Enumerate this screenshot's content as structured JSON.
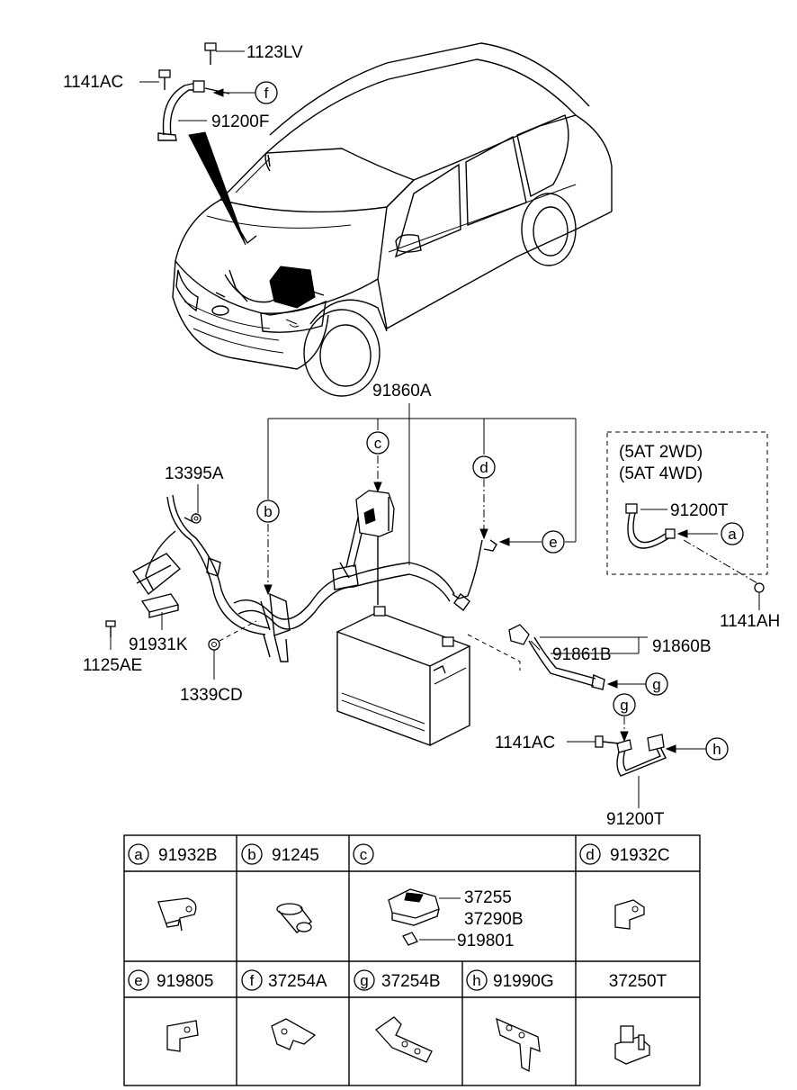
{
  "part_numbers": {
    "bolt_top": "1123LV",
    "bolt_left_top": "1141AC",
    "ground_cable_top": "91200F",
    "battery_wiring_main": "91860A",
    "nut_upper": "13395A",
    "clip_bracket": "91931K",
    "bolt_lower_left": "1125AE",
    "nut_lower": "1339CD",
    "battery_cable_right_inner": "91861B",
    "battery_cable_right_outer": "91860B",
    "bolt_right": "1141AC",
    "ground_cable_bottom": "91200T",
    "ground_cable_option": "91200T",
    "bolt_option": "1141AH"
  },
  "option_box": {
    "line1": "(5AT 2WD)",
    "line2": "(5AT 4WD)"
  },
  "callouts": {
    "a": "a",
    "b": "b",
    "c": "c",
    "d": "d",
    "e": "e",
    "f": "f",
    "g": "g",
    "h": "h"
  },
  "legend_table": {
    "row1": [
      {
        "letter": "a",
        "part": "91932B"
      },
      {
        "letter": "b",
        "part": "91245"
      },
      {
        "letter": "c",
        "part": "",
        "sub_parts": [
          "37255",
          "37290B",
          "919801"
        ]
      },
      {
        "letter": "d",
        "part": "91932C"
      }
    ],
    "row2": [
      {
        "letter": "e",
        "part": "919805"
      },
      {
        "letter": "f",
        "part": "37254A"
      },
      {
        "letter": "g",
        "part": "37254B"
      },
      {
        "letter": "h",
        "part": "91990G"
      },
      {
        "letter": "",
        "part": "37250T"
      }
    ]
  },
  "icons": [
    "vehicle-illustration",
    "battery-icon",
    "cable-harness-icon",
    "bolt-icon",
    "nut-icon",
    "terminal-icon",
    "bracket-icon",
    "fuse-box-icon"
  ]
}
